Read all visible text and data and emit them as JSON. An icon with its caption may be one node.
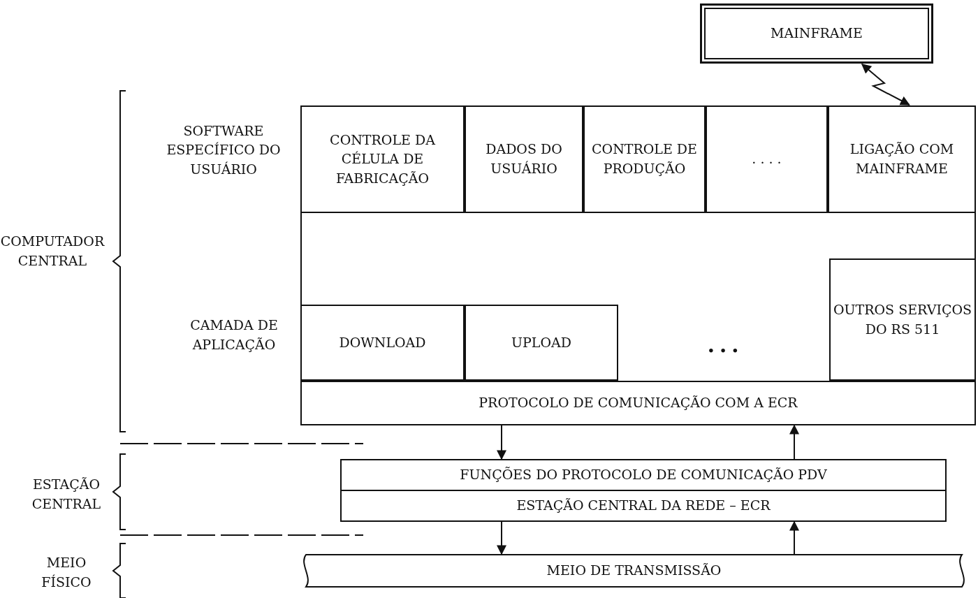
{
  "diagram": {
    "nodes": [
      {
        "text": [
          "MAINFRAME"
        ]
      },
      {
        "text": [],
        "shape": "box"
      },
      {
        "text": [
          "CONTROLE DA CÉLULA DE FABRICAÇÃO"
        ],
        "in": 1
      },
      {
        "text": [
          "DADOS DO USUÁRIO"
        ],
        "in": 1
      },
      {
        "text": [
          "CONTROLE DE PRODUÇÃO"
        ],
        "in": 1
      },
      {
        "text": [
          ". . . ."
        ],
        "in": 1
      },
      {
        "text": [
          "LIGAÇÃO COM MAINFRAME"
        ],
        "in": 1
      },
      {
        "text": [
          "DOWNLOAD"
        ],
        "in": 1
      },
      {
        "text": [
          "UPLOAD"
        ],
        "in": 1
      },
      {
        "text": [
          "OUTROS SERVIÇOS DO RS 511"
        ],
        "in": 1
      },
      {
        "text": [
          "PROTOCOLO DE COMUNICAÇÃO COM A ECR"
        ],
        "in": 1
      },
      {
        "text": [
          "FUNÇÕES DO PROTOCOLO DE COMUNICAÇÃO PDV"
        ]
      },
      {
        "text": [
          "ESTAÇÃO CENTRAL DA REDE – ECR"
        ]
      },
      {
        "text": [
          "MEIO DE TRANSMISSÃO"
        ]
      }
    ],
    "edges": [
      {
        "from": 0,
        "to": 6,
        "arrow": "both"
      },
      {
        "from": 10,
        "to": 11,
        "arrow": "to"
      },
      {
        "from": 11,
        "to": 10,
        "arrow": "to"
      },
      {
        "from": 12,
        "to": 13,
        "arrow": "to"
      },
      {
        "from": 13,
        "to": 12,
        "arrow": "to"
      }
    ],
    "labels": [
      "SOFTWARE ESPECÍFICO DO USUÁRIO",
      "COMPUTADOR CENTRAL",
      "CAMADA DE APLICAÇÃO",
      "• • •",
      "ESTAÇÃO CENTRAL",
      "MEIO FÍSICO"
    ]
  }
}
